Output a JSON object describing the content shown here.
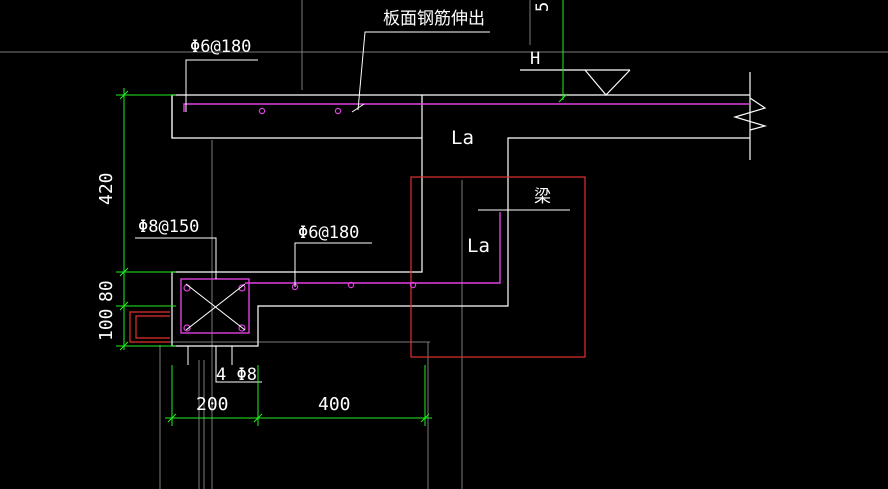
{
  "colors": {
    "background": "#000000",
    "outline": "#ffffff",
    "rebar": "#e040e0",
    "dimension": "#22ee22",
    "beam_box": "#e03030",
    "grid": "#7a7a7a"
  },
  "labels": {
    "top_rebar_note": "板面钢筋伸出",
    "top_slab_rebar": "Φ6@180",
    "lower_slab_rebar": "Φ6@180",
    "stirrup_rebar": "Φ8@150",
    "corner_bars": "4 Φ8",
    "anchor_la_top": "La",
    "anchor_la_beam": "La",
    "beam": "梁",
    "level_marker": "H",
    "edge_text": "5"
  },
  "dimensions": {
    "vertical": [
      "420",
      "80",
      "100"
    ],
    "horizontal": [
      "200",
      "400"
    ]
  }
}
